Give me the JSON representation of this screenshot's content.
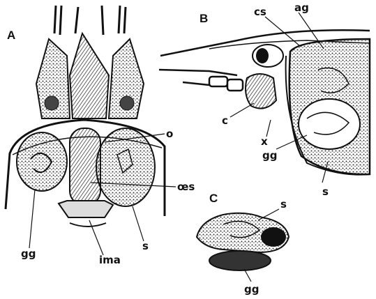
{
  "figure": {
    "panels": [
      {
        "id": "A",
        "label": "A"
      },
      {
        "id": "B",
        "label": "B"
      },
      {
        "id": "C",
        "label": "C"
      }
    ],
    "labels": {
      "A_o": "o",
      "A_oes": "œs",
      "A_gg": "gg",
      "A_s": "s",
      "A_ima": "ima",
      "B_cs": "cs",
      "B_ag": "ag",
      "B_c": "c",
      "B_x": "x",
      "B_gg": "gg",
      "B_s": "s",
      "C_s": "s",
      "C_gg": "gg"
    }
  },
  "colors": {
    "ink": "#111111",
    "paper": "#ffffff",
    "shade": "#555555"
  }
}
